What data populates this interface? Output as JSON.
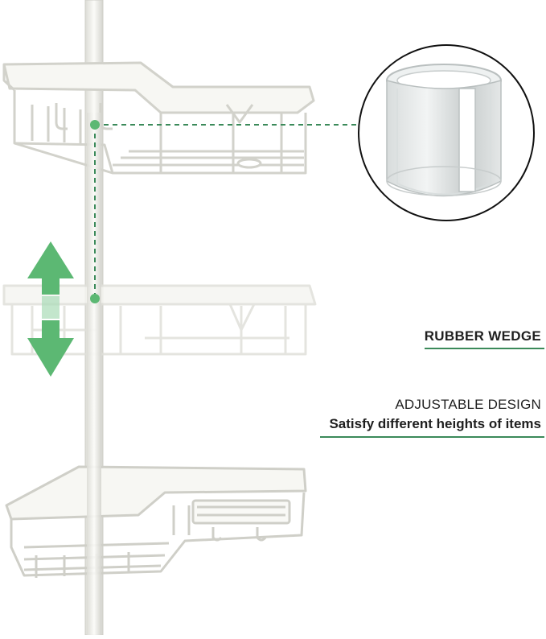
{
  "labels": {
    "rubber_wedge": "RUBBER WEDGE",
    "adjustable_design": "ADJUSTABLE DESIGN",
    "satisfy": "Satisfy different heights of items"
  },
  "colors": {
    "accent_green": "#3b8a5a",
    "arrow_green": "#5cb873",
    "rack_white": "#f4f4ef",
    "rack_outline": "#c9c9c2"
  },
  "icons": [
    "up-down-arrow-icon",
    "rubber-wedge-zoom"
  ]
}
